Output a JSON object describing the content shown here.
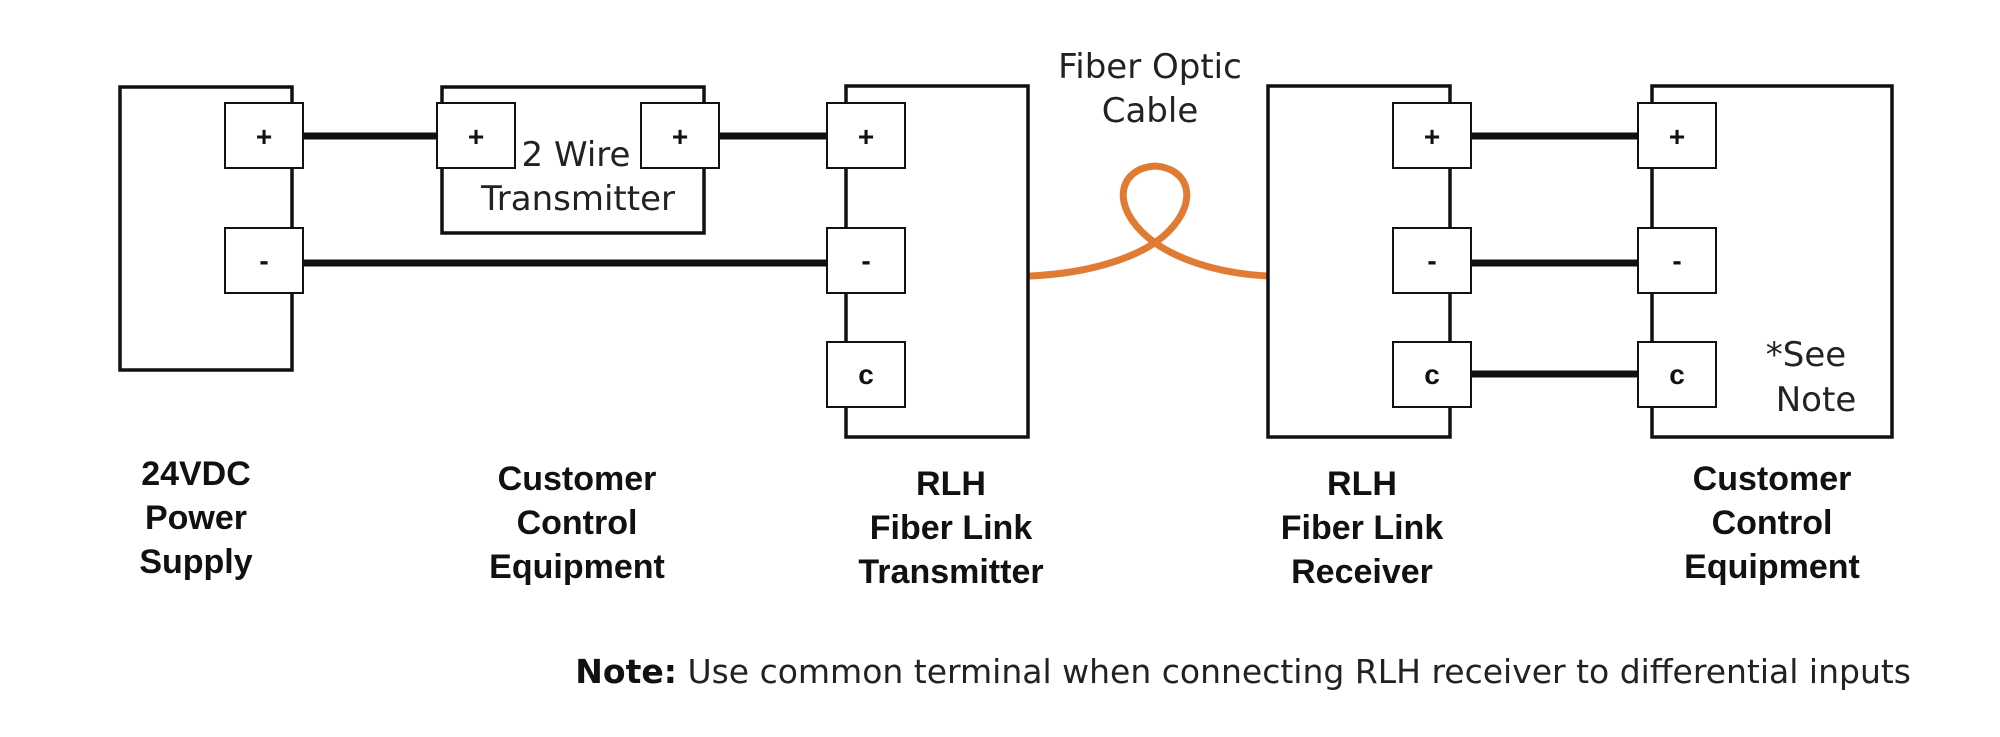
{
  "colors": {
    "line": "#111111",
    "fiber": "#e07b34",
    "background": "#ffffff"
  },
  "terminals": {
    "plus": "+",
    "minus": "-",
    "common": "c"
  },
  "transmitter_2wire": {
    "line1": "2 Wire",
    "line2": "Transmitter"
  },
  "fiber": {
    "line1": "Fiber Optic",
    "line2": "Cable"
  },
  "see_note": {
    "line1": "*See",
    "line2": "Note"
  },
  "captions": {
    "power_supply": [
      "24VDC",
      "Power",
      "Supply"
    ],
    "customer_left": [
      "Customer",
      "Control",
      "Equipment"
    ],
    "rlh_transmitter": [
      "RLH",
      "Fiber Link",
      "Transmitter"
    ],
    "rlh_receiver": [
      "RLH",
      "Fiber Link",
      "Receiver"
    ],
    "customer_right": [
      "Customer",
      "Control",
      "Equipment"
    ]
  },
  "note": {
    "label": "Note:",
    "text": " Use common terminal when connecting RLH receiver to differential inputs"
  }
}
